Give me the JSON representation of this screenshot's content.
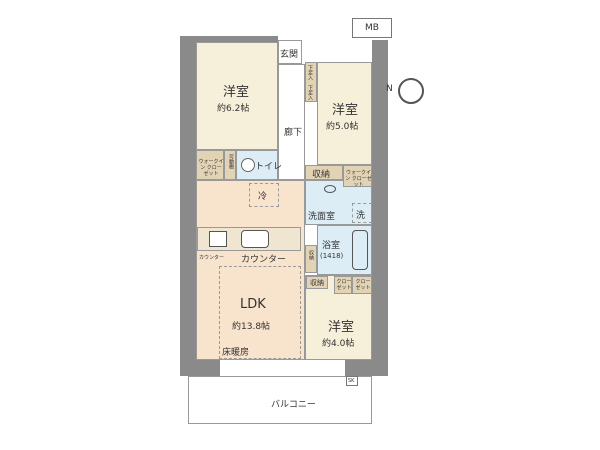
{
  "labels": {
    "entrance": "玄関",
    "shoe1": "下足入",
    "shoe2": "下足入",
    "mb": "MB",
    "north": "N",
    "room1": {
      "name": "洋室",
      "size": "約6.2帖"
    },
    "room2": {
      "name": "洋室",
      "size": "約5.0帖"
    },
    "room3": {
      "name": "洋室",
      "size": "約4.0帖"
    },
    "hallway": "廊下",
    "wic1": "ウォークイン クローゼット",
    "shelf": "可動棚",
    "toilet": "トイレ",
    "storage1": "収納",
    "wic2": "ウォークイン クローゼット",
    "fridge": "冷",
    "washroom": "洗面室",
    "washer": "洗",
    "bath": "浴室",
    "bath_size": "(1418)",
    "storage2": "収納",
    "storage3": "収納",
    "closet1": "クローゼット",
    "closet2": "クローゼット",
    "counter1": "カウンター",
    "counter2": "カウンター",
    "ldk": {
      "name": "LDK",
      "size": "約13.8帖"
    },
    "floor_heating": "床暖房",
    "balcony": "バルコニー",
    "sk": "SK"
  }
}
